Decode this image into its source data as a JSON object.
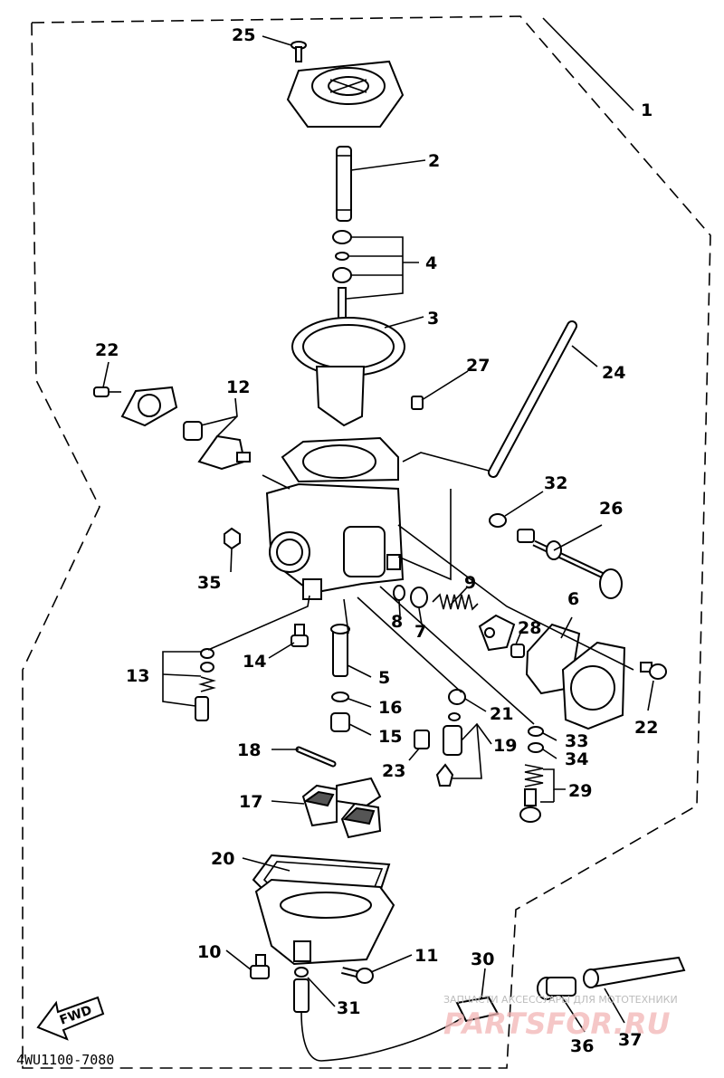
{
  "diagram_code": "4WU1100-7080",
  "fwd_label": "FWD",
  "watermark": {
    "subtitle": "ЗАПЧАСТИ АКСЕССУАРЫ ДЛЯ МОТОТЕХНИКИ",
    "site": "PARTSFOR.RU"
  },
  "callouts": {
    "c1": "1",
    "c2": "2",
    "c3": "3",
    "c4": "4",
    "c5": "5",
    "c6": "6",
    "c7": "7",
    "c8": "8",
    "c9": "9",
    "c10": "10",
    "c11": "11",
    "c12": "12",
    "c13": "13",
    "c14": "14",
    "c15": "15",
    "c16": "16",
    "c17": "17",
    "c18": "18",
    "c19": "19",
    "c20": "20",
    "c21": "21",
    "c22a": "22",
    "c22b": "22",
    "c23": "23",
    "c24": "24",
    "c25": "25",
    "c26": "26",
    "c27": "27",
    "c28": "28",
    "c29": "29",
    "c30": "30",
    "c31": "31",
    "c32": "32",
    "c33": "33",
    "c34": "34",
    "c35": "35",
    "c36": "36",
    "c37": "37"
  }
}
